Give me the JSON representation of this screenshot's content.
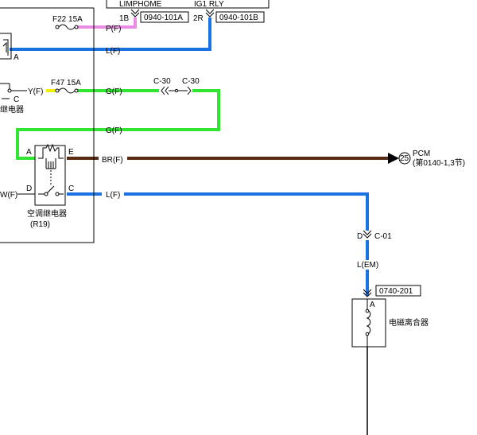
{
  "colors": {
    "pink": "#e88ce4",
    "blue": "#1a73e0",
    "green": "#33e533",
    "brown": "#5a2a12",
    "yellow": "#f2f200",
    "black": "#000000"
  },
  "top_module": {
    "limphome": "LIMPHOME",
    "ig1rly": "IG1 RLY",
    "pin_1b": "1B",
    "pin_2r": "2R",
    "connector_a": "0940-101A",
    "connector_b": "0940-101B"
  },
  "fuses": {
    "f22": "F22 15A",
    "f47": "F47 15A"
  },
  "wires": {
    "pf": "P(F)",
    "lf_top": "L(F)",
    "yf": "Y(F)",
    "gf_1": "G(F)",
    "gf_2": "G(F)",
    "brf": "BR(F)",
    "lf_mid": "L(F)",
    "wf": "W(F)",
    "lem": "L(EM)"
  },
  "connectors": {
    "c30_left": "C-30",
    "c30_right": "C-30",
    "c01": "C-01",
    "c01_pin": "D",
    "clutch_conn": "0740-201",
    "clutch_pin": "A"
  },
  "left_relay": {
    "pin_a": "A",
    "pin_c": "C",
    "label": "继电器"
  },
  "ac_relay": {
    "pin_a": "A",
    "pin_e": "E",
    "pin_d": "D",
    "pin_c": "C",
    "name": "空调继电器",
    "code": "(R19)"
  },
  "pcm": {
    "ref": "25",
    "name": "PCM",
    "section": "(第0140-1,3节)"
  },
  "clutch": {
    "name": "电磁离合器"
  }
}
